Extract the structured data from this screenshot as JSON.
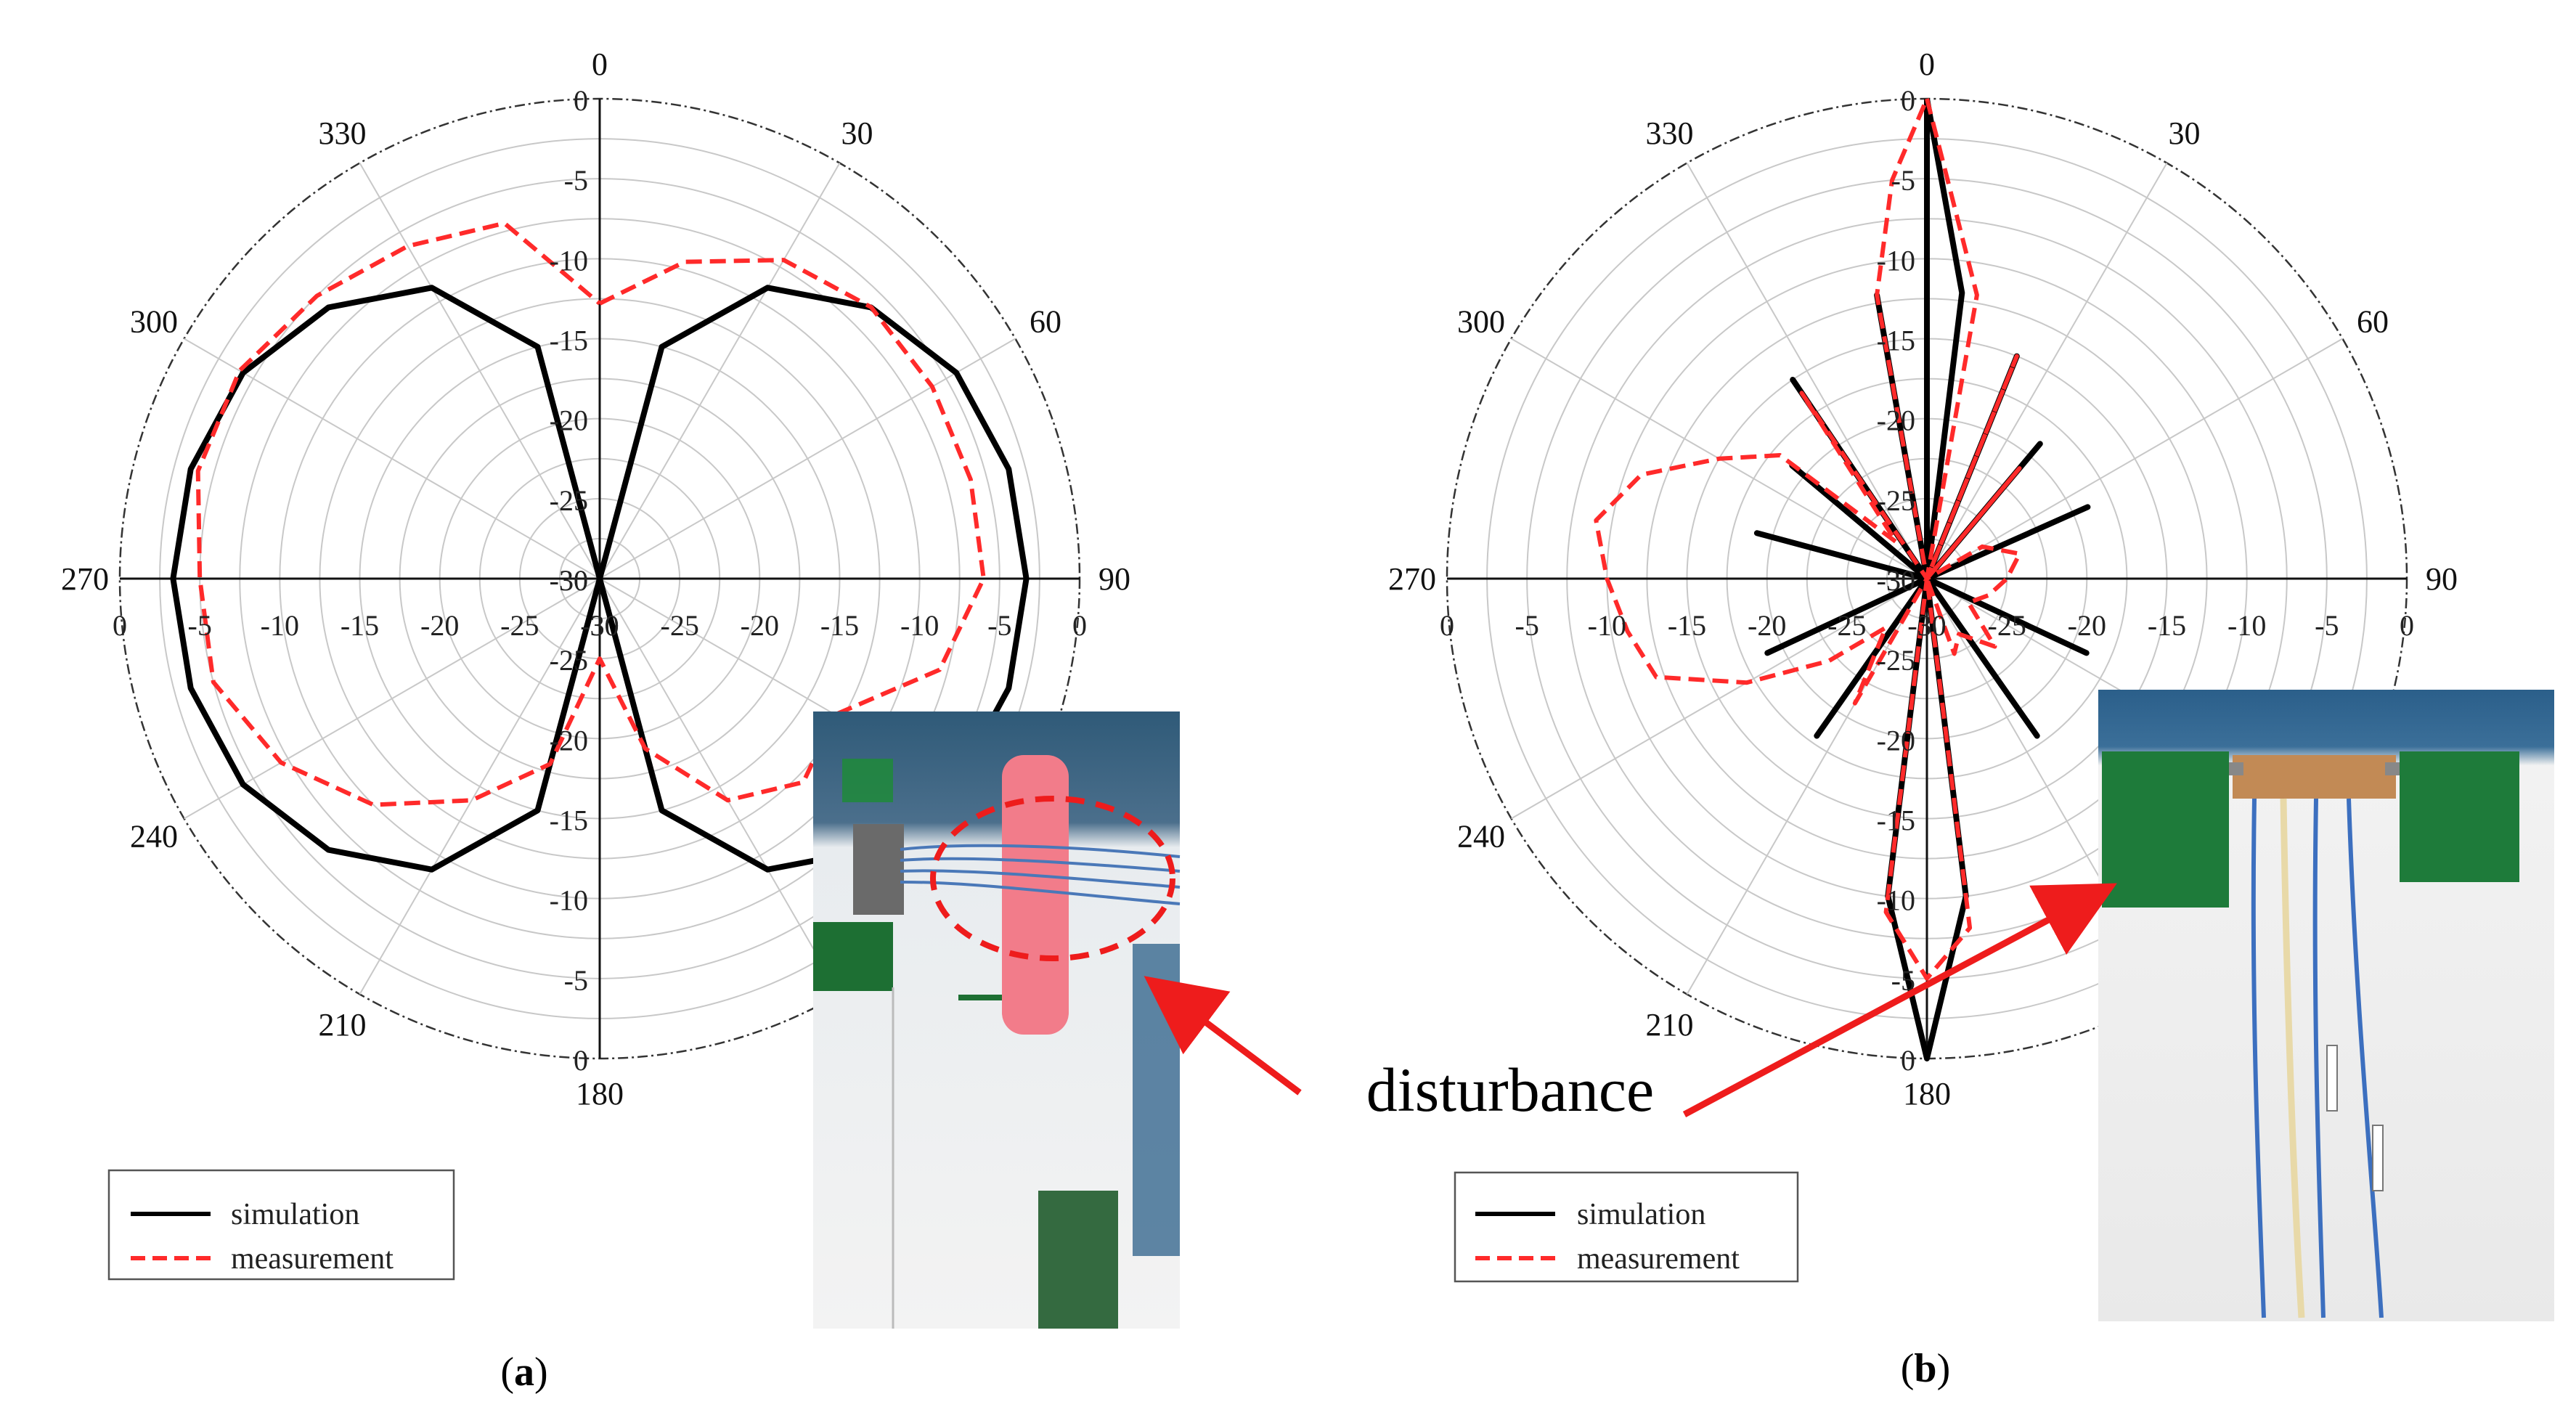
{
  "figure": {
    "annotation": "disturbance",
    "colors": {
      "simulation": "#000000",
      "measurement": "#ff2a2a",
      "grid": "#c8c8c8",
      "arrow": "#ee1c1c"
    }
  },
  "chart_data": [
    {
      "type": "polar-line",
      "panel_label": "a",
      "angle_ticks": [
        0,
        30,
        60,
        90,
        180,
        210,
        240,
        270,
        300,
        330
      ],
      "radial_range": [
        -30,
        0
      ],
      "radial_ticks": [
        0,
        -5,
        -10,
        -15,
        -20,
        -25,
        -30
      ],
      "legend": {
        "placement": "bottom-left",
        "entries": [
          "simulation",
          "measurement"
        ]
      },
      "series": [
        {
          "name": "simulation",
          "style": "solid",
          "angles": [
            0,
            15,
            30,
            45,
            60,
            75,
            90,
            105,
            120,
            135,
            150,
            165,
            180,
            195,
            210,
            225,
            240,
            255,
            270,
            285,
            300,
            315,
            330,
            345,
            360
          ],
          "values": [
            -30,
            -15,
            -9,
            -6.02,
            -4.26,
            -3.53,
            -3.33,
            -3.53,
            -4.26,
            -6.02,
            -9,
            -15,
            -30,
            -15,
            -9,
            -6.02,
            -4.26,
            -3.53,
            -3.33,
            -3.53,
            -4.26,
            -6.02,
            -9,
            -15,
            -30
          ]
        },
        {
          "name": "measurement",
          "style": "dashed",
          "angles": [
            0,
            15,
            30,
            45,
            60,
            75,
            90,
            105,
            120,
            135,
            150,
            165,
            180,
            195,
            210,
            225,
            240,
            255,
            270,
            285,
            300,
            315,
            330,
            345,
            360
          ],
          "values": [
            -12.8,
            -9.5,
            -7,
            -6,
            -6,
            -6,
            -6,
            -8,
            -13,
            -12,
            -14,
            -19,
            -25,
            -18,
            -14,
            -10,
            -7,
            -5,
            -5,
            -4,
            -4,
            -5,
            -6,
            -7,
            -12.8
          ]
        }
      ]
    },
    {
      "type": "polar-line",
      "panel_label": "b",
      "angle_ticks": [
        0,
        30,
        60,
        90,
        180,
        210,
        240,
        270,
        300,
        330
      ],
      "radial_range": [
        -30,
        0
      ],
      "radial_ticks": [
        0,
        -5,
        -10,
        -15,
        -20,
        -25,
        -30
      ],
      "legend": {
        "placement": "bottom-left",
        "entries": [
          "simulation",
          "measurement"
        ]
      },
      "series": [
        {
          "name": "simulation",
          "style": "solid",
          "angles": [
            0,
            7,
            10,
            14,
            22,
            28,
            34,
            40,
            50,
            60,
            66,
            75,
            80,
            90,
            100,
            115,
            125,
            135,
            145,
            150,
            160,
            165,
            173,
            180,
            187,
            195,
            200,
            210,
            215,
            225,
            235,
            245,
            255,
            260,
            270,
            275,
            285,
            290,
            300,
            310,
            315,
            320,
            326,
            332,
            338,
            346,
            350,
            353,
            360
          ],
          "values": [
            0,
            -12,
            -30,
            -30,
            -15,
            -30,
            -30,
            -19,
            -30,
            -30,
            -19,
            -30,
            -30,
            -30,
            -30,
            -19,
            -30,
            -30,
            -18,
            -30,
            -30,
            -30,
            -10,
            0,
            -10,
            -30,
            -30,
            -30,
            -18,
            -30,
            -30,
            -19,
            -30,
            -30,
            -30,
            -30,
            -19,
            -30,
            -30,
            -19,
            -30,
            -30,
            -15,
            -30,
            -30,
            -30,
            -12,
            -30,
            0
          ]
        },
        {
          "name": "measurement",
          "style": "dashed",
          "angles": [
            0,
            10,
            14,
            22,
            28,
            34,
            40,
            50,
            60,
            75,
            90,
            105,
            120,
            135,
            150,
            160,
            165,
            173,
            180,
            187,
            195,
            210,
            220,
            230,
            240,
            250,
            260,
            270,
            280,
            290,
            300,
            310,
            320,
            326,
            338,
            350,
            355,
            360
          ],
          "values": [
            0,
            -12,
            -30,
            -15,
            -30,
            -30,
            -21,
            -30,
            -26,
            -24,
            -25,
            -26,
            -27,
            -24,
            -26,
            -25,
            -30,
            -8,
            -5,
            -9,
            -30,
            -21,
            -26,
            -22,
            -17,
            -12,
            -11,
            -10,
            -9,
            -11,
            -15,
            -18,
            -27,
            -16,
            -30,
            -12,
            -5,
            0
          ]
        }
      ]
    }
  ]
}
